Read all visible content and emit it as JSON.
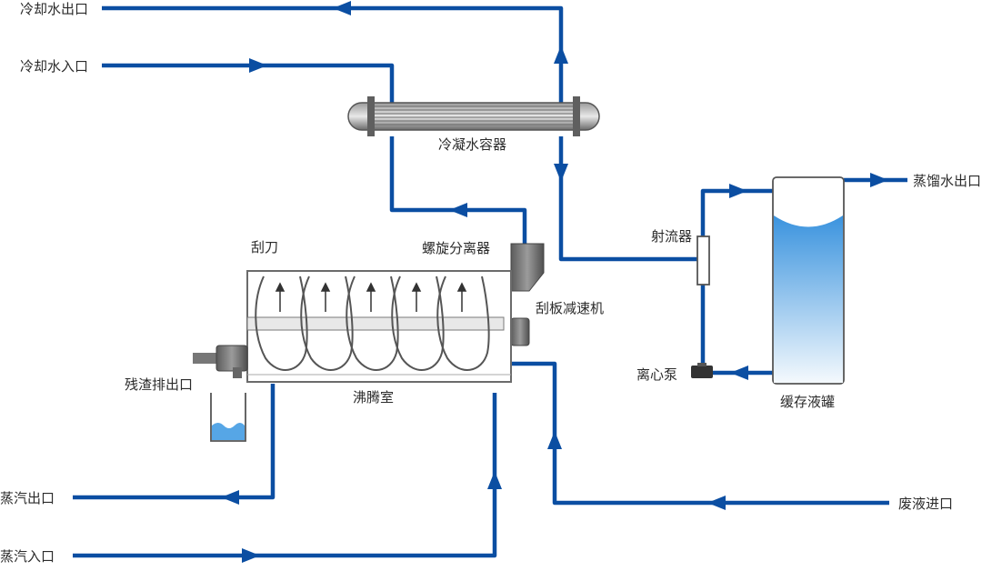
{
  "labels": {
    "cooling_water_outlet": "冷却水出口",
    "cooling_water_inlet": "冷却水入口",
    "condenser": "冷凝水容器",
    "scraper": "刮刀",
    "spiral_separator": "螺旋分离器",
    "scraper_reducer": "刮板减速机",
    "residue_outlet": "残渣排出口",
    "boiling_chamber": "沸腾室",
    "steam_outlet": "蒸汽出口",
    "steam_inlet": "蒸汽入口",
    "waste_liquid_inlet": "废液进口",
    "ejector": "射流器",
    "distilled_water_outlet": "蒸馏水出口",
    "centrifugal_pump": "离心泵",
    "buffer_tank": "缓存液罐"
  },
  "colors": {
    "pipe": "#0b4ea2",
    "arrow": "#0b4ea2",
    "liquid_top": "#3f97df",
    "liquid_bottom": "#f3f8fd",
    "equipment": "#6b6b6b"
  }
}
